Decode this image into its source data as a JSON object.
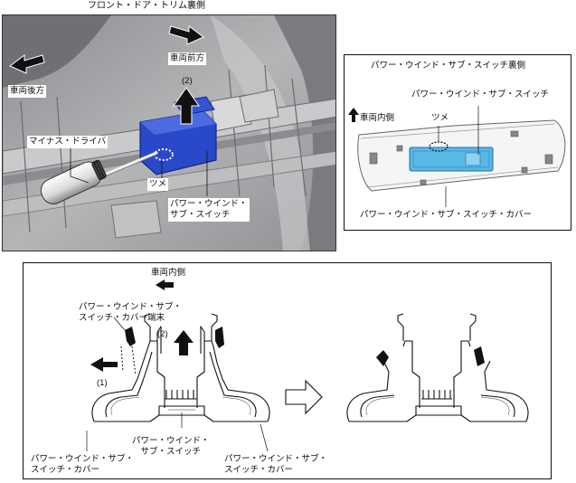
{
  "photo": {
    "title": "フロント・ドア・トリム裏側",
    "vehicle_front": "車両前方",
    "vehicle_rear": "車両後方",
    "step_2": "(2)",
    "screwdriver": "マイナス・ドライバ",
    "claw": "ツメ",
    "switch_line1": "パワー・ウインド・",
    "switch_line2": "サブ・スイッチ"
  },
  "inset": {
    "title": "パワー・ウインド・サブ・スイッチ裏側",
    "switch": "パワー・ウインド・サブ・スイッチ",
    "vehicle_inner": "車両内側",
    "claw": "ツメ",
    "cover": "パワー・ウインド・サブ・スイッチ・カバー"
  },
  "diagram": {
    "vehicle_inner": "車両内側",
    "cover_end_line1": "パワー・ウインド・サブ・",
    "cover_end_line2": "スイッチ・カバー端末",
    "step_1": "(1)",
    "step_2": "(2)",
    "switch_line1": "パワー・ウインド・",
    "switch_line2": "サブ・スイッチ",
    "cover_left_line1": "パワー・ウインド・サブ・",
    "cover_left_line2": "スイッチ・カバー",
    "cover_right_line1": "パワー・ウインド・サブ・",
    "cover_right_line2": "スイッチ・カバー"
  },
  "colors": {
    "photo_bg": "#a9aaac",
    "switch_blue": "#2a49c9",
    "inset_blue": "#58b8e6"
  }
}
